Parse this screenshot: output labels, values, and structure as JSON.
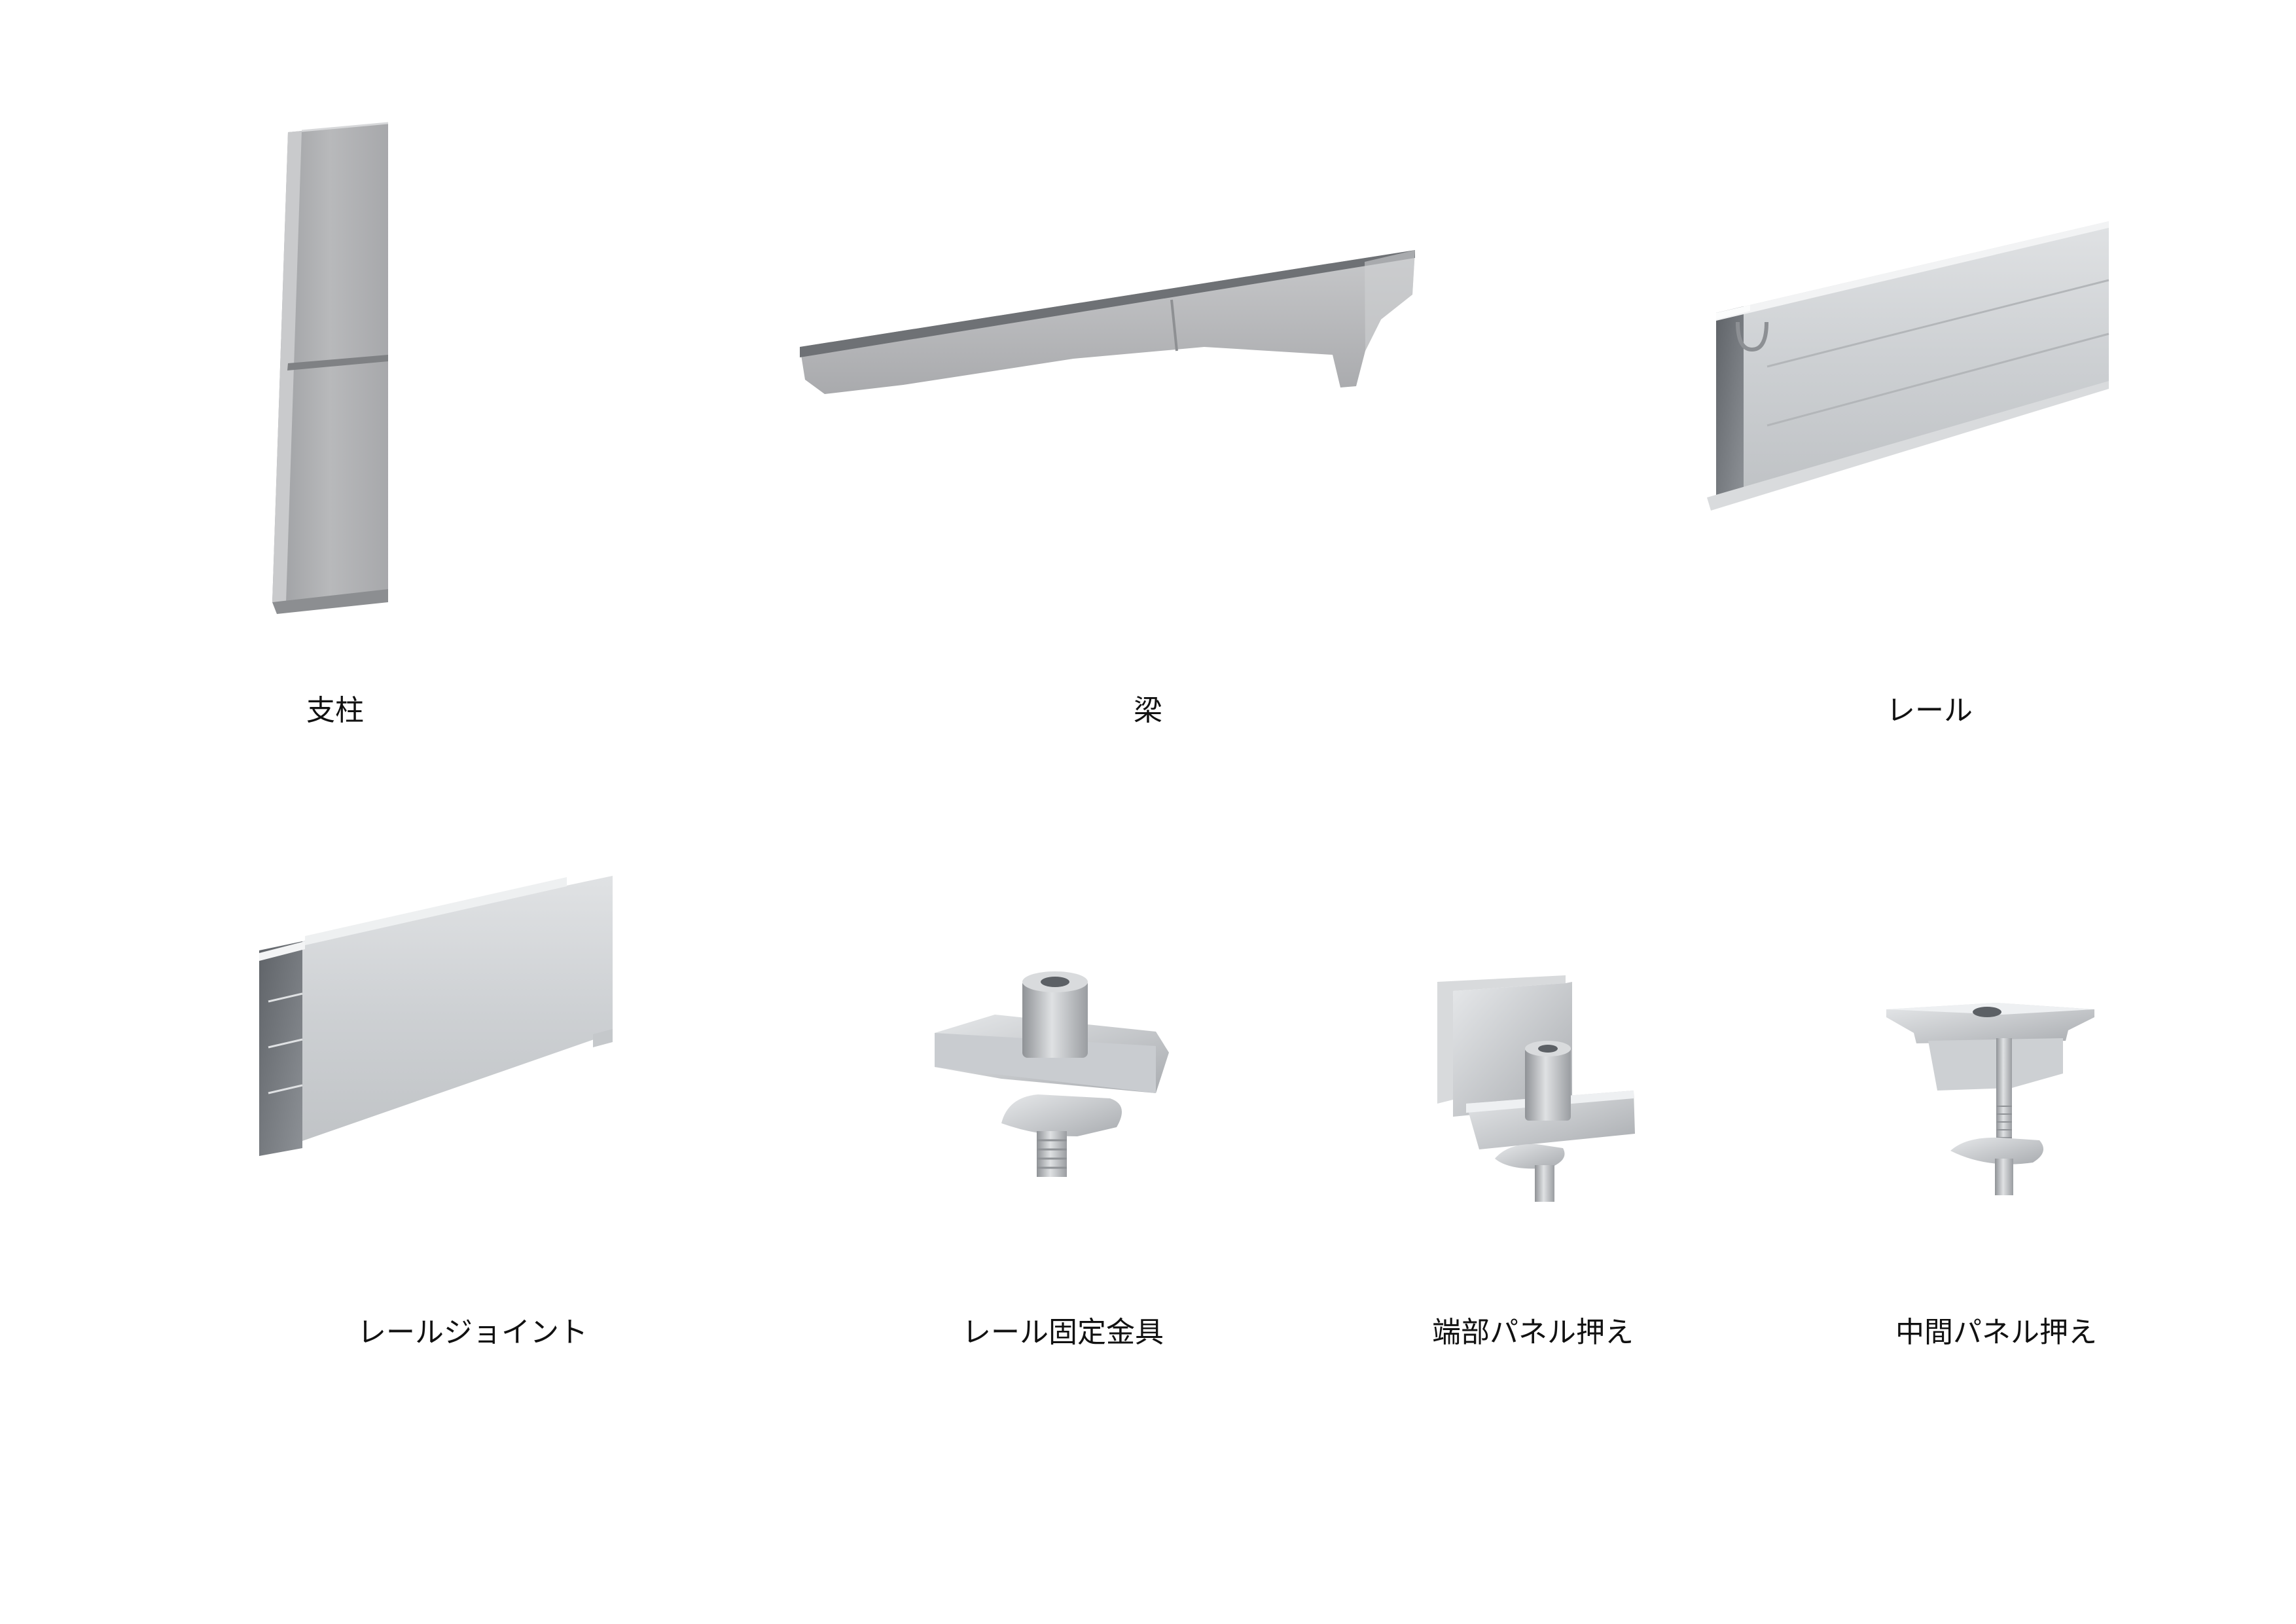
{
  "colors": {
    "background": "#ffffff",
    "label_text": "#111111",
    "metal_light": "#d8dadc",
    "metal_mid": "#b7babd",
    "metal_dark": "#7d8085"
  },
  "products": [
    {
      "id": "post",
      "label": "支柱",
      "image": "post-illustration"
    },
    {
      "id": "beam",
      "label": "梁",
      "image": "beam-illustration"
    },
    {
      "id": "rail",
      "label": "レール",
      "image": "rail-illustration"
    },
    {
      "id": "rail-joint",
      "label": "レールジョイント",
      "image": "rail-joint-illustration"
    },
    {
      "id": "rail-fixing-bracket",
      "label": "レール固定金具",
      "image": "rail-fixing-bracket-illustration"
    },
    {
      "id": "end-panel-clamp",
      "label": "端部パネル押え",
      "image": "end-panel-clamp-illustration"
    },
    {
      "id": "mid-panel-clamp",
      "label": "中間パネル押え",
      "image": "mid-panel-clamp-illustration"
    }
  ]
}
